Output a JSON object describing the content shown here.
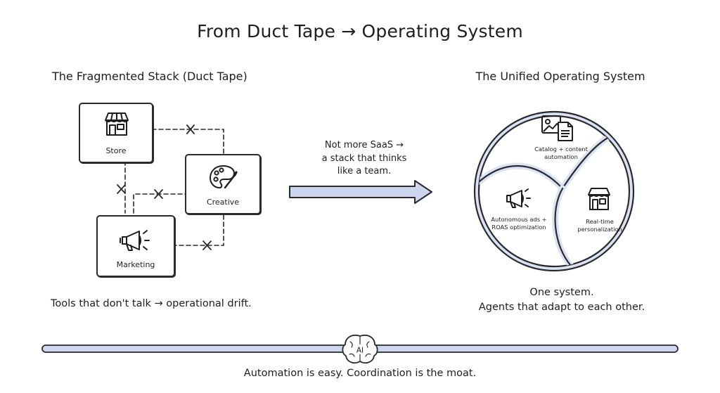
{
  "title": "From Duct Tape → Operating System",
  "left_panel": {
    "heading": "The Fragmented Stack (Duct Tape)",
    "cards": {
      "store": "Store",
      "creative": "Creative",
      "marketing": "Marketing"
    },
    "caption": "Tools that don't talk → operational drift."
  },
  "center": {
    "note_lines": [
      "Not more SaaS →",
      "a stack that thinks",
      "like a team."
    ]
  },
  "right_panel": {
    "heading": "The Unified Operating System",
    "segments": {
      "catalog": [
        "Catalog + content",
        "automation"
      ],
      "ads": [
        "Autonomous ads +",
        "ROAS optimization"
      ],
      "personalization": [
        "Real-time",
        "personalization"
      ]
    },
    "caption_lines": [
      "One system.",
      "Agents that adapt to each other."
    ]
  },
  "footer": {
    "badge": "AI",
    "tagline": "Automation is easy. Coordination is the moat."
  },
  "colors": {
    "ink": "#1e1e22",
    "accent": "#cdd6ee",
    "accent_dark": "#2f3a5c"
  },
  "icons": [
    "storefront-icon",
    "palette-icon",
    "megaphone-icon",
    "image-document-icon",
    "brain-icon",
    "broken-link-x-icon"
  ]
}
